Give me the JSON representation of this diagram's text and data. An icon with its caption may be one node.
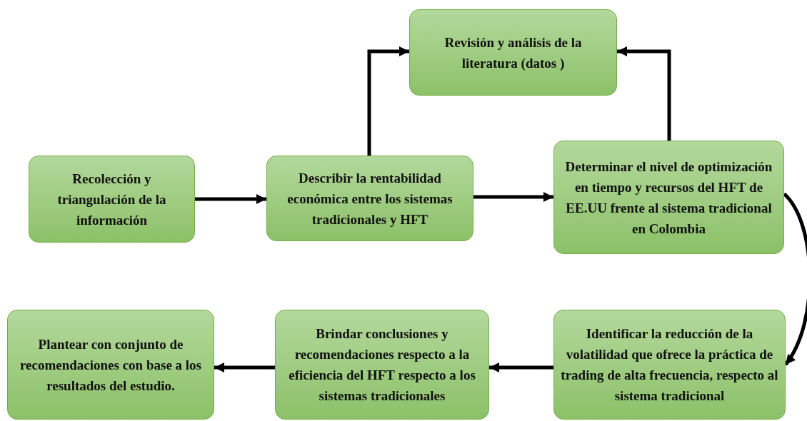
{
  "diagram": {
    "nodes": [
      {
        "text": [
          "Revisión y análisis de la literatura (datos )"
        ]
      },
      {
        "text": [
          "Recolección y triangulación de la información"
        ]
      },
      {
        "text": [
          "Describir la rentabilidad económica entre los sistemas tradicionales y HFT"
        ]
      },
      {
        "text": [
          "Determinar el nivel de optimización en tiempo y recursos del HFT de EE.UU frente al sistema tradicional en Colombia"
        ]
      },
      {
        "text": [
          "Plantear con conjunto de recomendaciones con base a los resultados del estudio."
        ]
      },
      {
        "text": [
          "Brindar conclusiones y recomendaciones respecto a la eficiencia del HFT respecto a los sistemas tradicionales"
        ]
      },
      {
        "text": [
          "Identificar la reducción de la volatilidad que ofrece la práctica de trading de alta frecuencia, respecto al sistema tradicional"
        ]
      }
    ],
    "edges": [
      {
        "from": 1,
        "to": 2,
        "arrow": "to"
      },
      {
        "from": 2,
        "to": 0,
        "arrow": "to"
      },
      {
        "from": 3,
        "to": 0,
        "arrow": "to"
      },
      {
        "from": 2,
        "to": 3,
        "arrow": "to"
      },
      {
        "from": 3,
        "to": 6,
        "arrow": "to"
      },
      {
        "from": 6,
        "to": 5,
        "arrow": "to"
      },
      {
        "from": 5,
        "to": 4,
        "arrow": "to"
      }
    ]
  }
}
